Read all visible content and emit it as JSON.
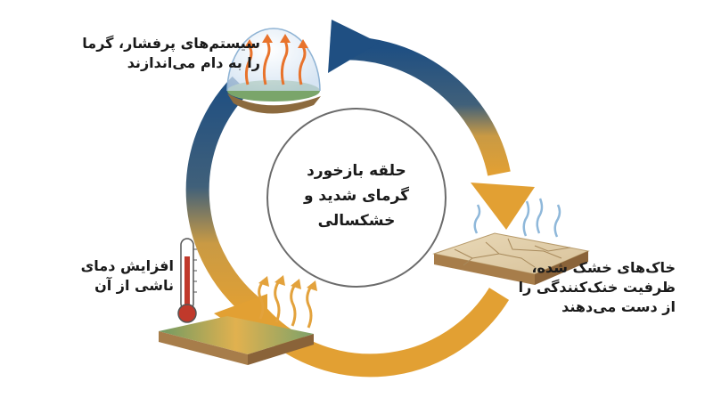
{
  "center": {
    "line1": "حلقه بازخورد",
    "line2": "گرمای شدید و",
    "line3": "خشکسالی"
  },
  "stages": [
    {
      "id": "high-pressure",
      "line1": "سیستم‌های پرفشار، گرما",
      "line2": "را به دام می‌اندازند"
    },
    {
      "id": "dry-soil",
      "line1": "خاک‌های خشک شده،",
      "line2": "ظرفیت خنک‌کنندگی را",
      "line3": "از دست می‌دهند"
    },
    {
      "id": "temperature-rise",
      "line1": "افزایش دمای",
      "line2": "ناشی از آن"
    }
  ],
  "colors": {
    "cycle_blue": "#1f4f82",
    "cycle_orange": "#e2a033",
    "heat_arrow": "#e8732c",
    "vapor": "#8fb8da",
    "thermometer_red": "#c0392b",
    "center_ring": "#6b6b6b"
  },
  "icons": {
    "dome": "glass-dome-icon",
    "dry_soil": "cracked-soil-icon",
    "thermometer": "thermometer-icon",
    "warm_ground": "warm-ground-icon"
  }
}
